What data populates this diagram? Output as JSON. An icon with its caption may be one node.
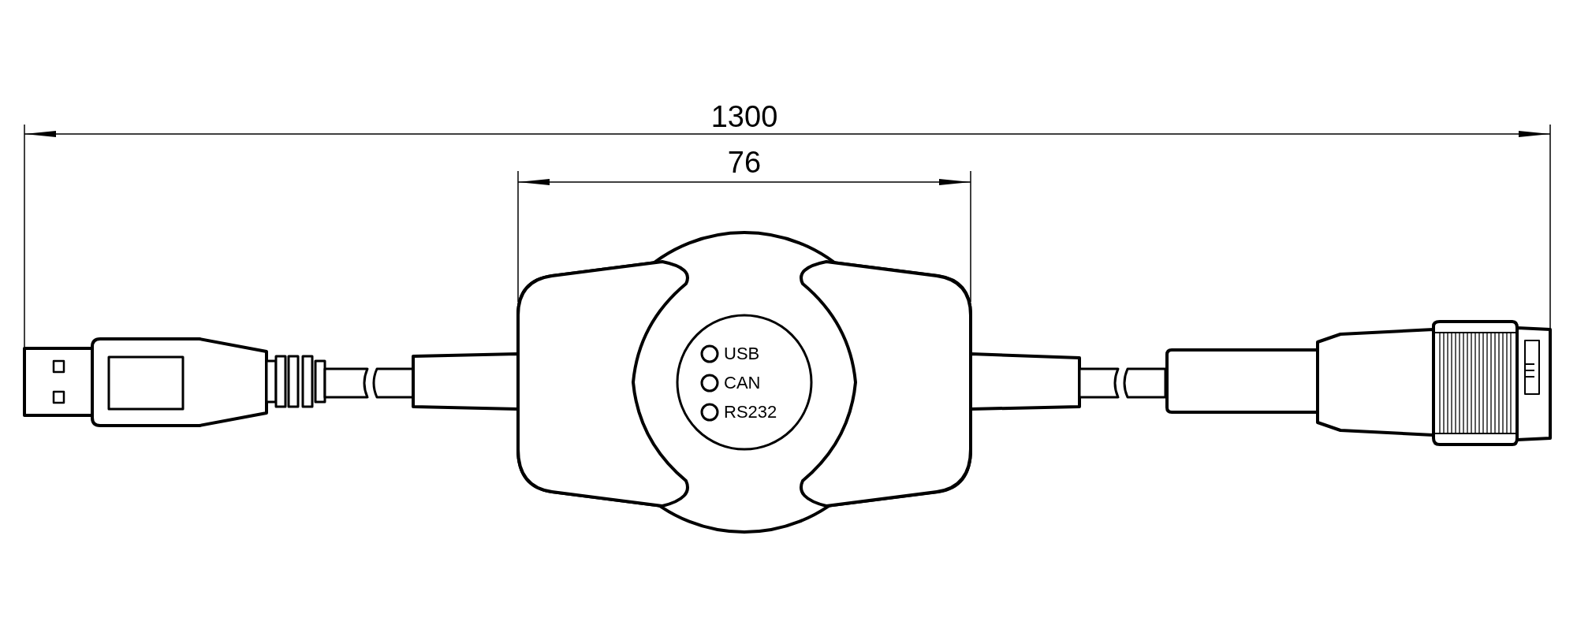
{
  "diagram": {
    "labels": [
      "1300",
      "76",
      "USB",
      "CAN",
      "RS232"
    ]
  }
}
